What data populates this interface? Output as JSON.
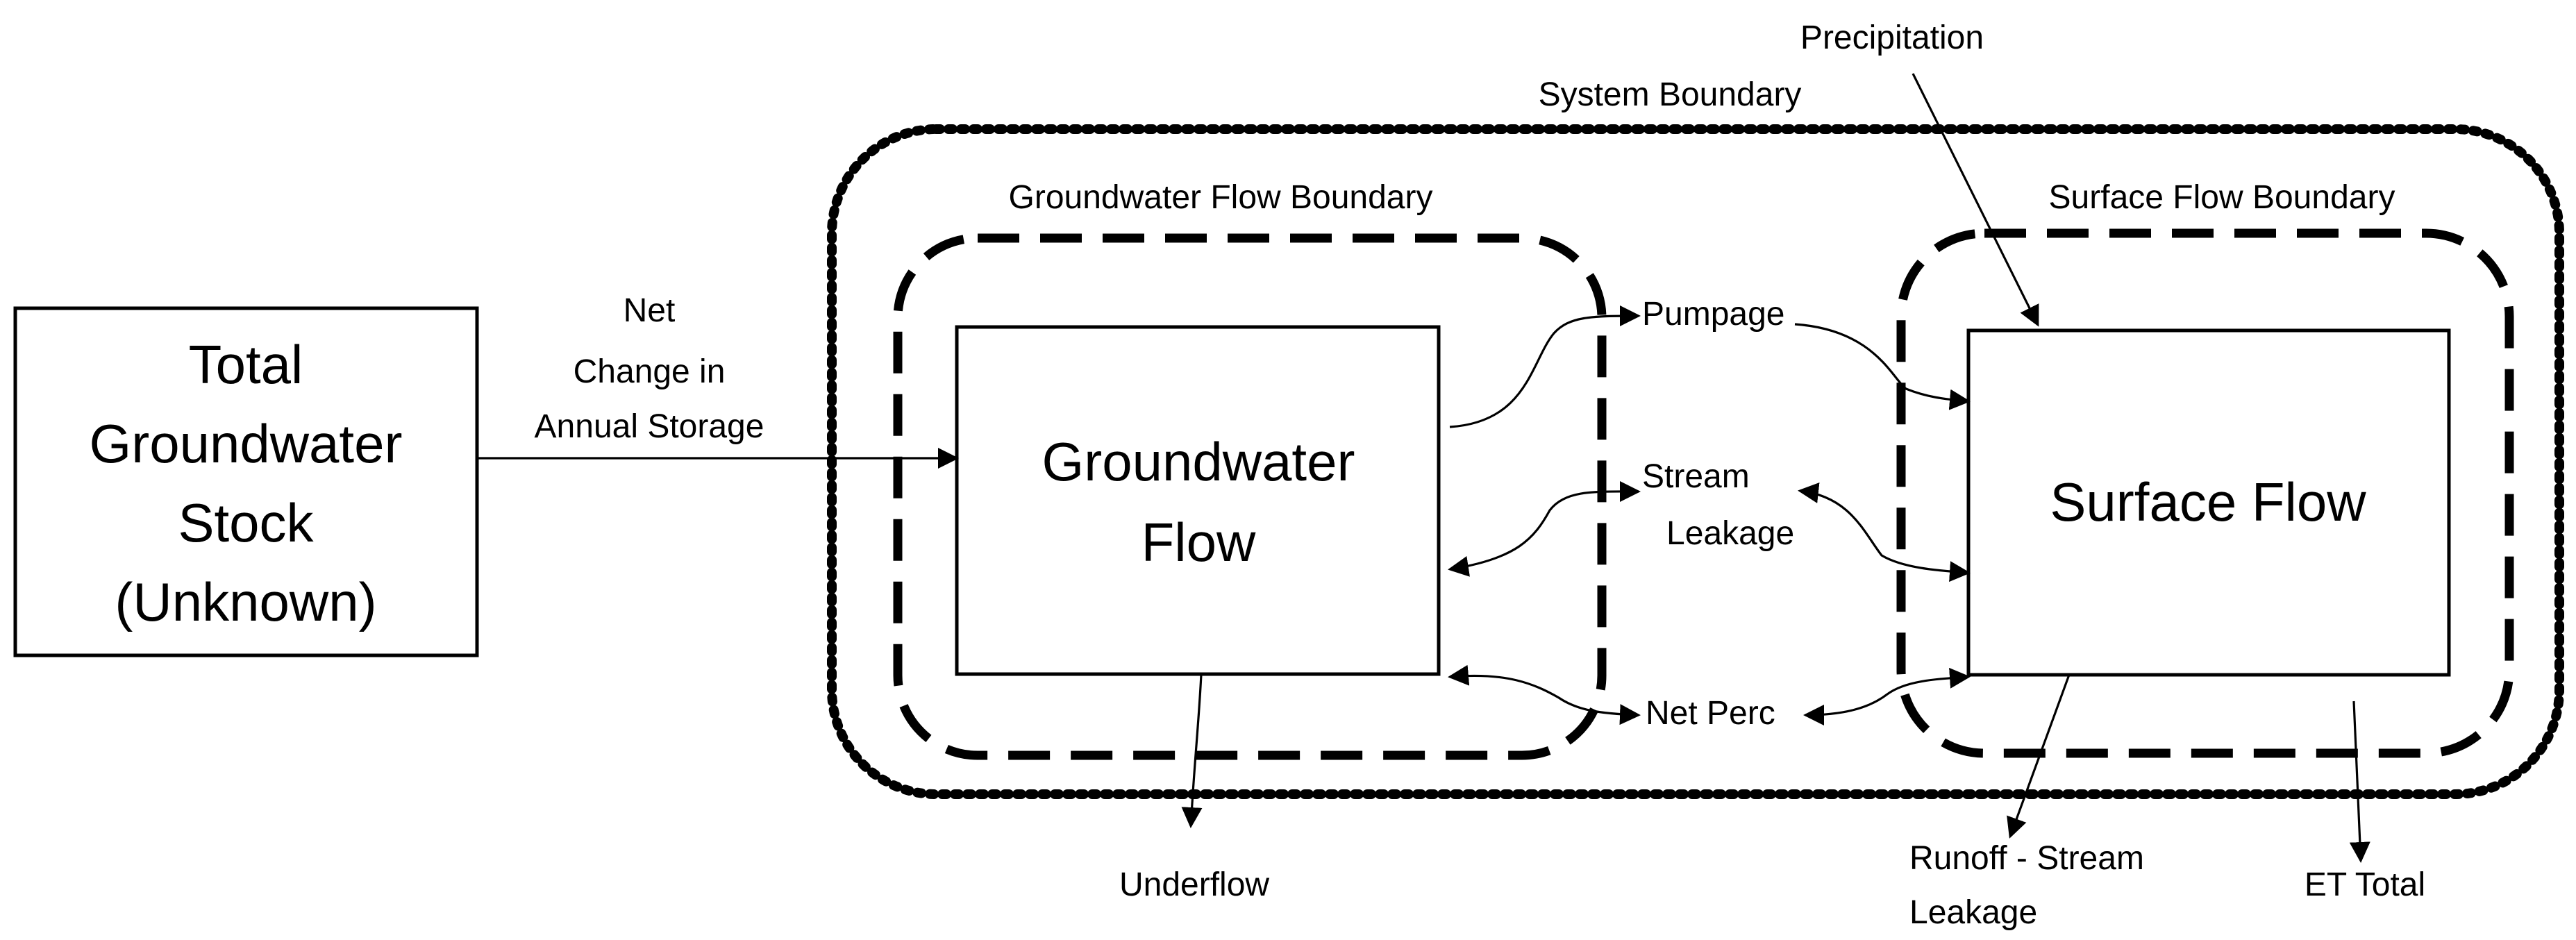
{
  "labels": {
    "precipitation": "Precipitation",
    "system_boundary": "System Boundary",
    "groundwater_flow_boundary": "Groundwater Flow Boundary",
    "surface_flow_boundary": "Surface Flow Boundary",
    "net_change": [
      "Net",
      "Change in",
      "Annual Storage"
    ],
    "pumpage": "Pumpage",
    "stream_leakage": [
      "Stream",
      "Leakage"
    ],
    "net_perc": "Net Perc",
    "underflow": "Underflow",
    "runoff": [
      "Runoff - Stream",
      "Leakage"
    ],
    "et_total": "ET Total"
  },
  "boxes": {
    "total_stock": [
      "Total",
      "Groundwater",
      "Stock",
      "(Unknown)"
    ],
    "groundwater_flow": [
      "Groundwater",
      "Flow"
    ],
    "surface_flow": "Surface Flow"
  }
}
